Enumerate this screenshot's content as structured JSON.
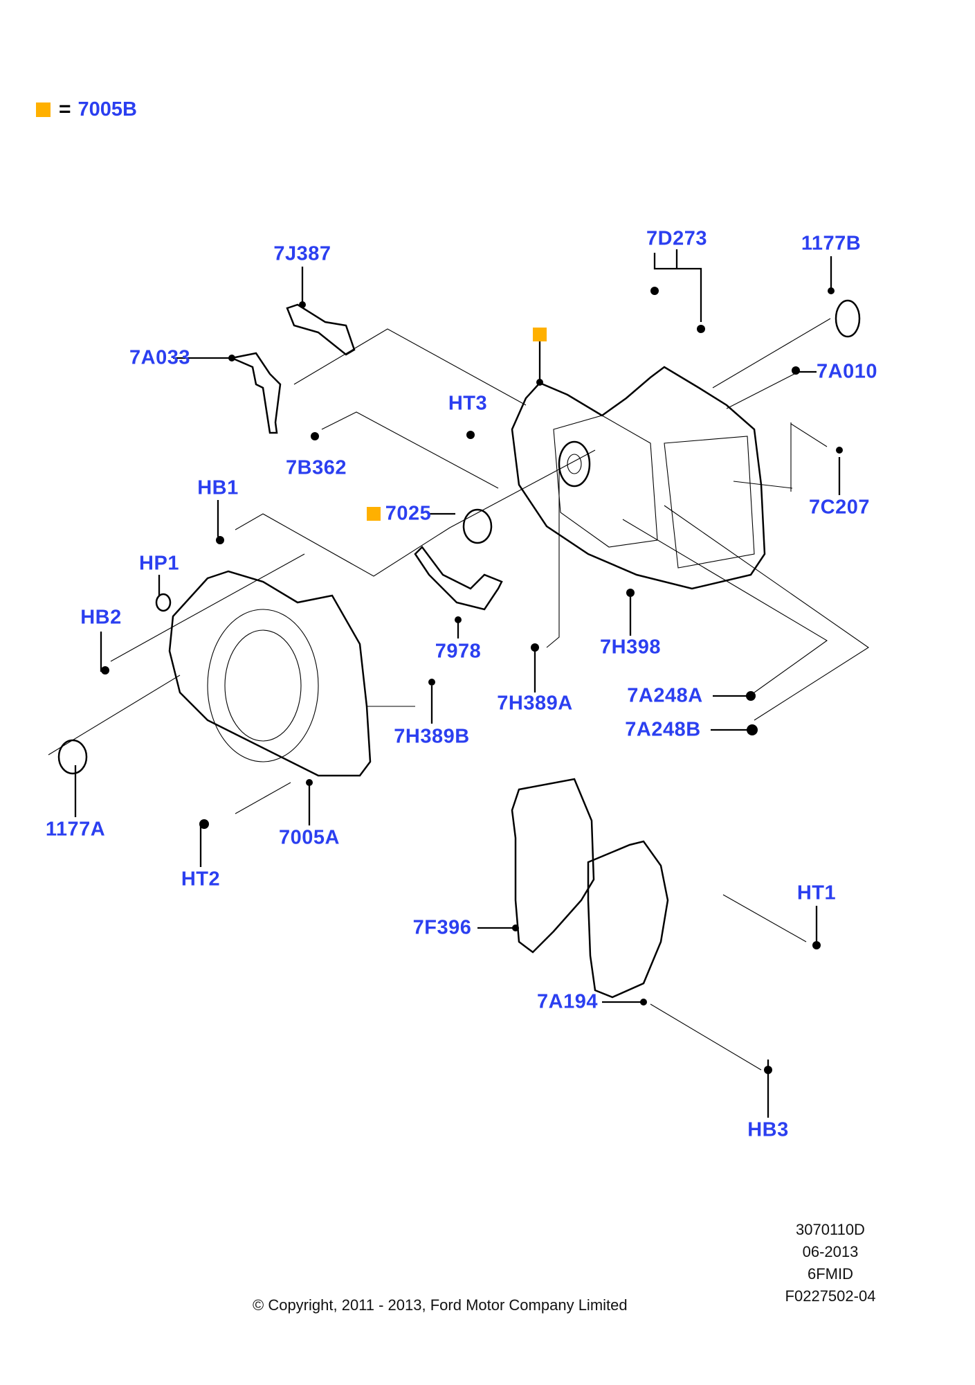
{
  "legend": {
    "marker_color": "#FFB000",
    "equals": "=",
    "code": "7005B"
  },
  "callouts": {
    "c7J387": "7J387",
    "c7D273": "7D273",
    "c1177B": "1177B",
    "c7A033": "7A033",
    "c7A010": "7A010",
    "cHT3": "HT3",
    "c7B362": "7B362",
    "c7C207": "7C207",
    "cHB1": "HB1",
    "c7025": "7025",
    "cHP1": "HP1",
    "cHB2": "HB2",
    "c7978": "7978",
    "c7H398": "7H398",
    "c7H389A": "7H389A",
    "c7A248A": "7A248A",
    "c7A248B": "7A248B",
    "c7H389B": "7H389B",
    "c1177A": "1177A",
    "c7005A": "7005A",
    "cHT2": "HT2",
    "cHT1": "HT1",
    "c7F396": "7F396",
    "c7A194": "7A194",
    "cHB3": "HB3"
  },
  "highlighted_parts": [
    "7005B",
    "7025"
  ],
  "colors": {
    "callout_text": "#2B3FF0",
    "highlight_marker": "#FFB000"
  },
  "meta": {
    "diagram_id": "3070110D",
    "date": "06-2013",
    "model_code": "6FMID",
    "figure_code": "F0227502-04"
  },
  "copyright": "© Copyright, 2011 - 2013, Ford Motor Company Limited"
}
